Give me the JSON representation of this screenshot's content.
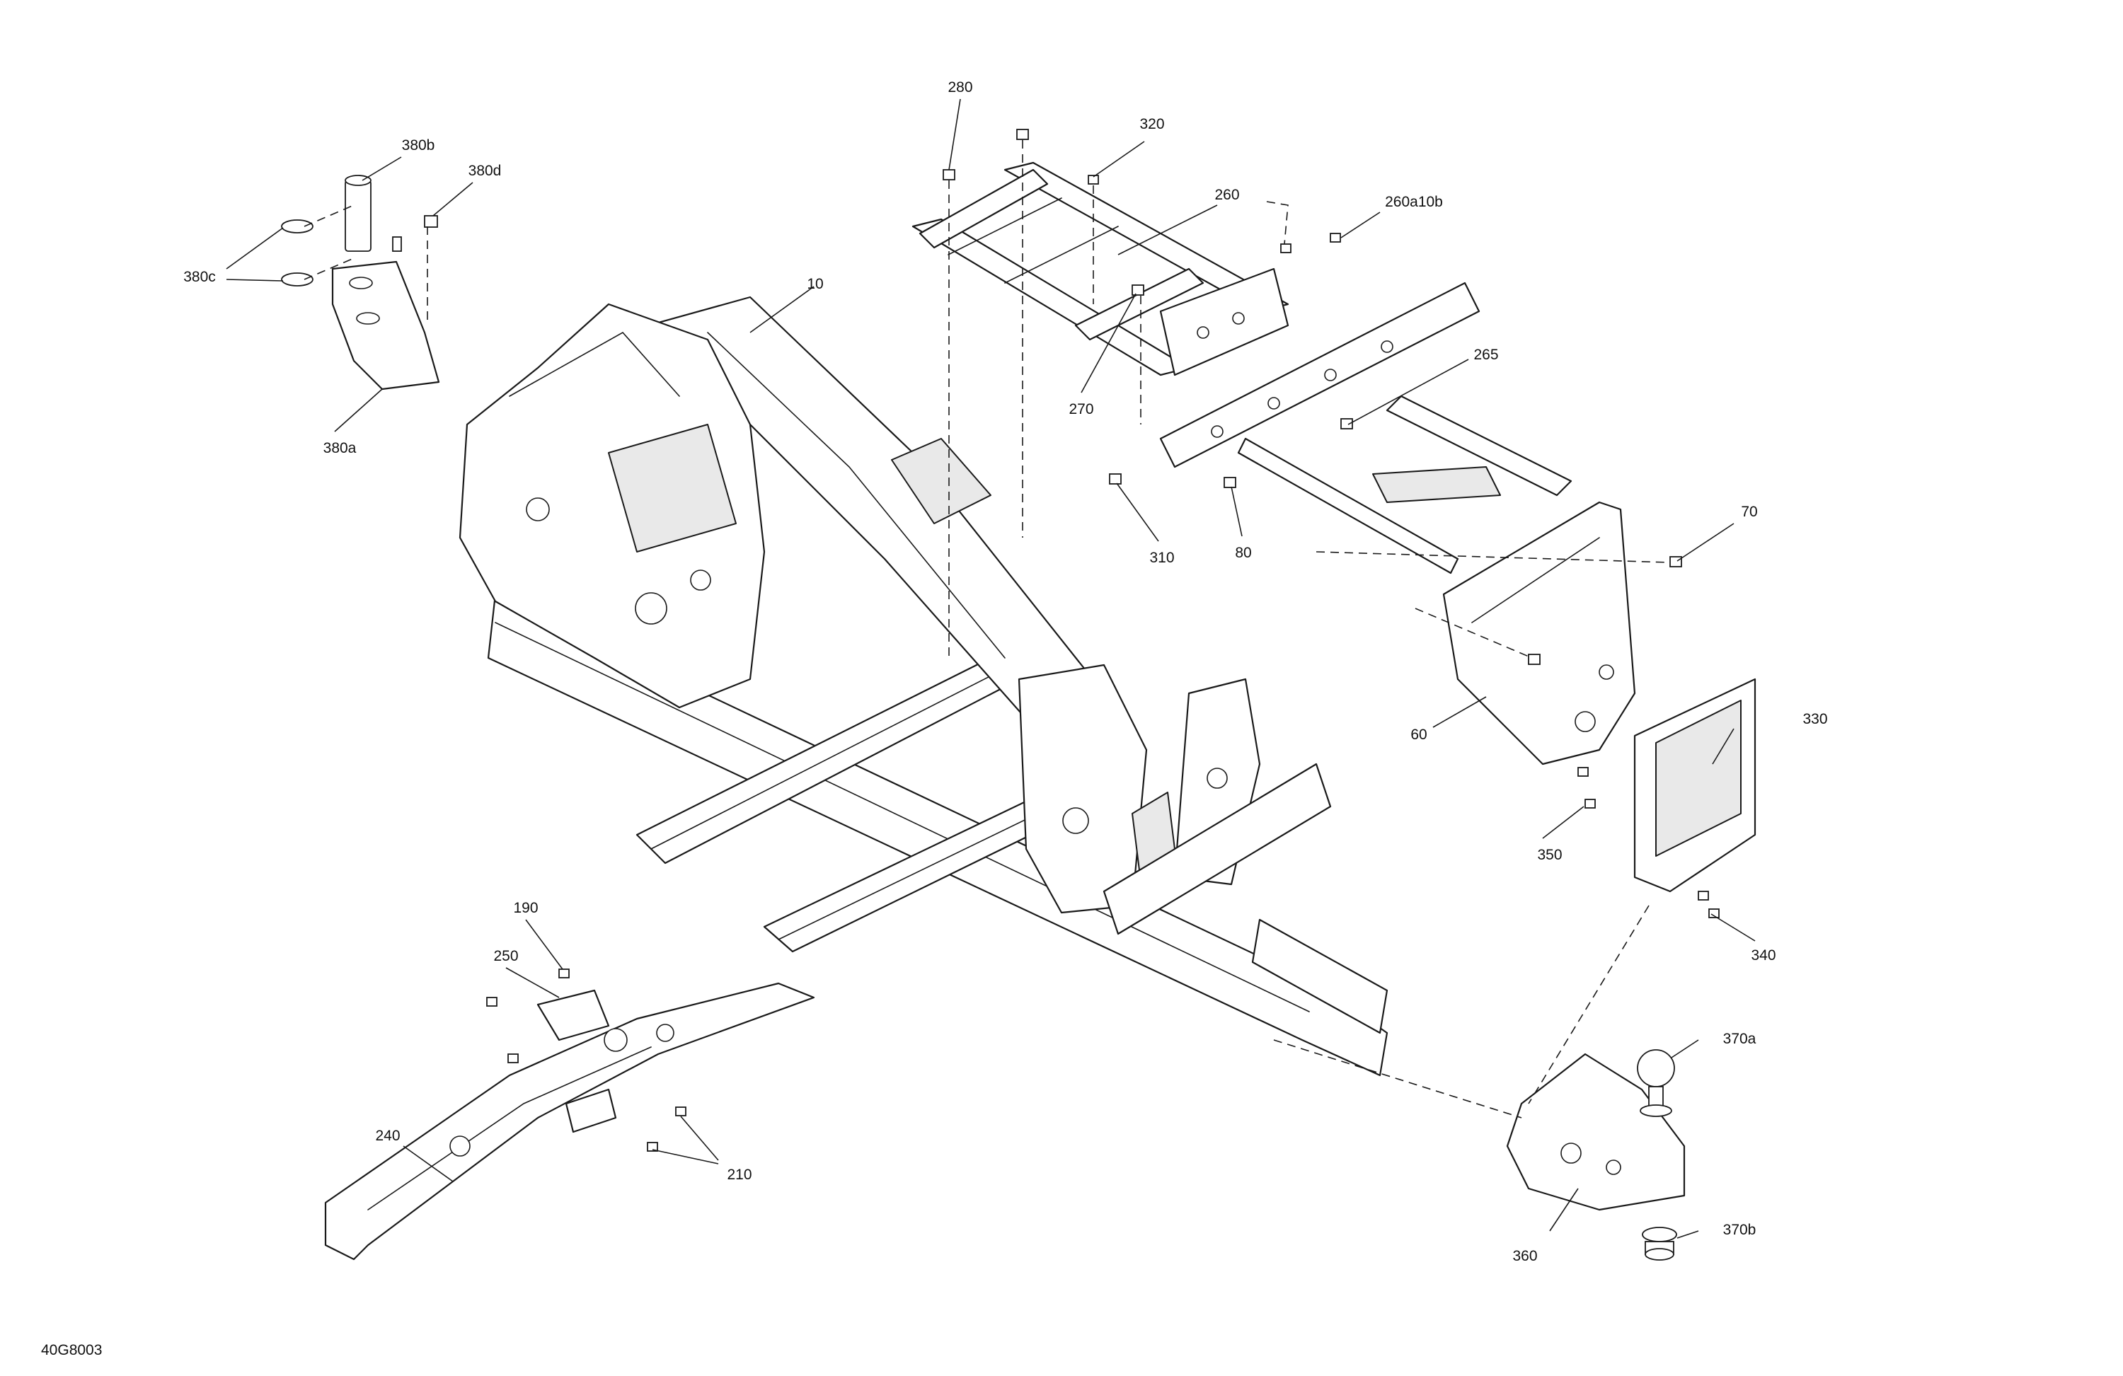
{
  "diagram": {
    "callouts": [
      "280",
      "320",
      "380b",
      "380d",
      "260",
      "260a10b",
      "380c",
      "10",
      "265",
      "270",
      "380a",
      "310",
      "80",
      "70",
      "60",
      "330",
      "350",
      "340",
      "190",
      "250",
      "370a",
      "240",
      "210",
      "360",
      "370b"
    ],
    "drawing_code": "40G8003"
  }
}
